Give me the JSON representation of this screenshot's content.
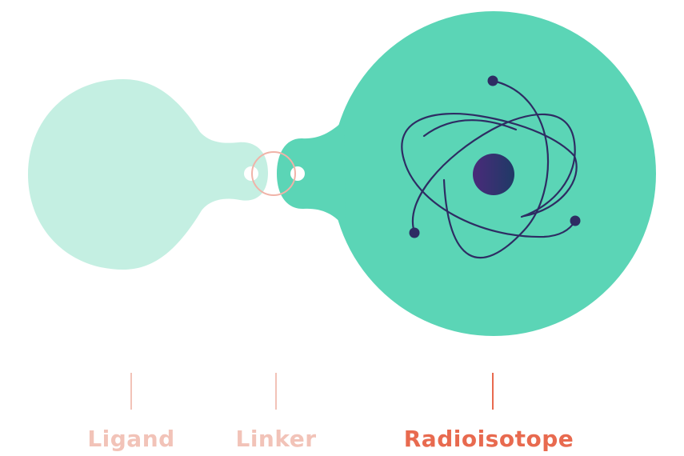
{
  "labels": {
    "ligand": "Ligand",
    "linker": "Linker",
    "radioisotope": "Radioisotope"
  },
  "colors": {
    "ligand_fill": "#c4efe2",
    "radioisotope_fill": "#5bd5b6",
    "linker_ring": "#f0b3a8",
    "muted_label": "#f2c3b8",
    "accent_label": "#e86a4f",
    "atom_stroke": "#2e2c63",
    "nucleus_start": "#4a2a7a",
    "nucleus_end": "#1f3a66"
  },
  "icons": {
    "atom": "atom-icon"
  }
}
